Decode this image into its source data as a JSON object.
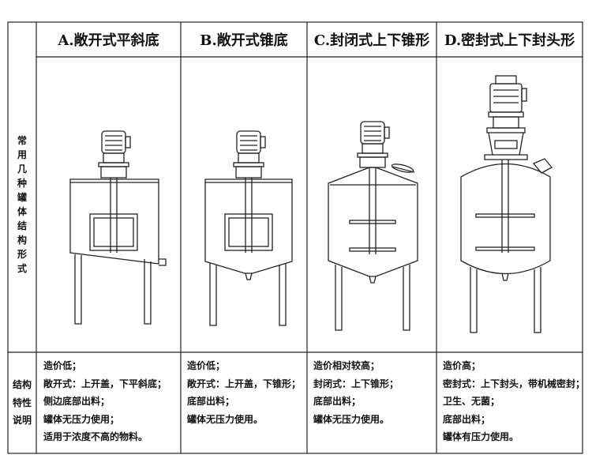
{
  "header": {
    "col_a": "A.敞开式平斜底",
    "col_b": "B.敞开式锥底",
    "col_c": "C.封闭式上下锥形",
    "col_d": "D.密封式上下封头形"
  },
  "row_labels": {
    "structures": [
      "常",
      "用",
      "几",
      "种",
      "罐",
      "体",
      "结",
      "构",
      "形",
      "式"
    ],
    "features": [
      "结构",
      "特性",
      "说明"
    ]
  },
  "features": {
    "col_a": [
      "造价低；",
      "敞开式：上开盖，下平斜底；",
      "侧边底部出料；",
      "罐体无压力使用；",
      "适用于浓度不高的物料。"
    ],
    "col_b": [
      "造价低；",
      "敞开式：上开盖，下锥形；",
      "底部出料；",
      "罐体无压力使用。"
    ],
    "col_c": [
      "造价相对较高；",
      "封闭式：上下锥形；",
      "底部出料；",
      "罐体无压力使用。"
    ],
    "col_d": [
      "造价高；",
      "密封式：上下封头，带机械密封；",
      "卫生、无菌；",
      "底部出料；",
      "罐体有压力使用。"
    ]
  }
}
